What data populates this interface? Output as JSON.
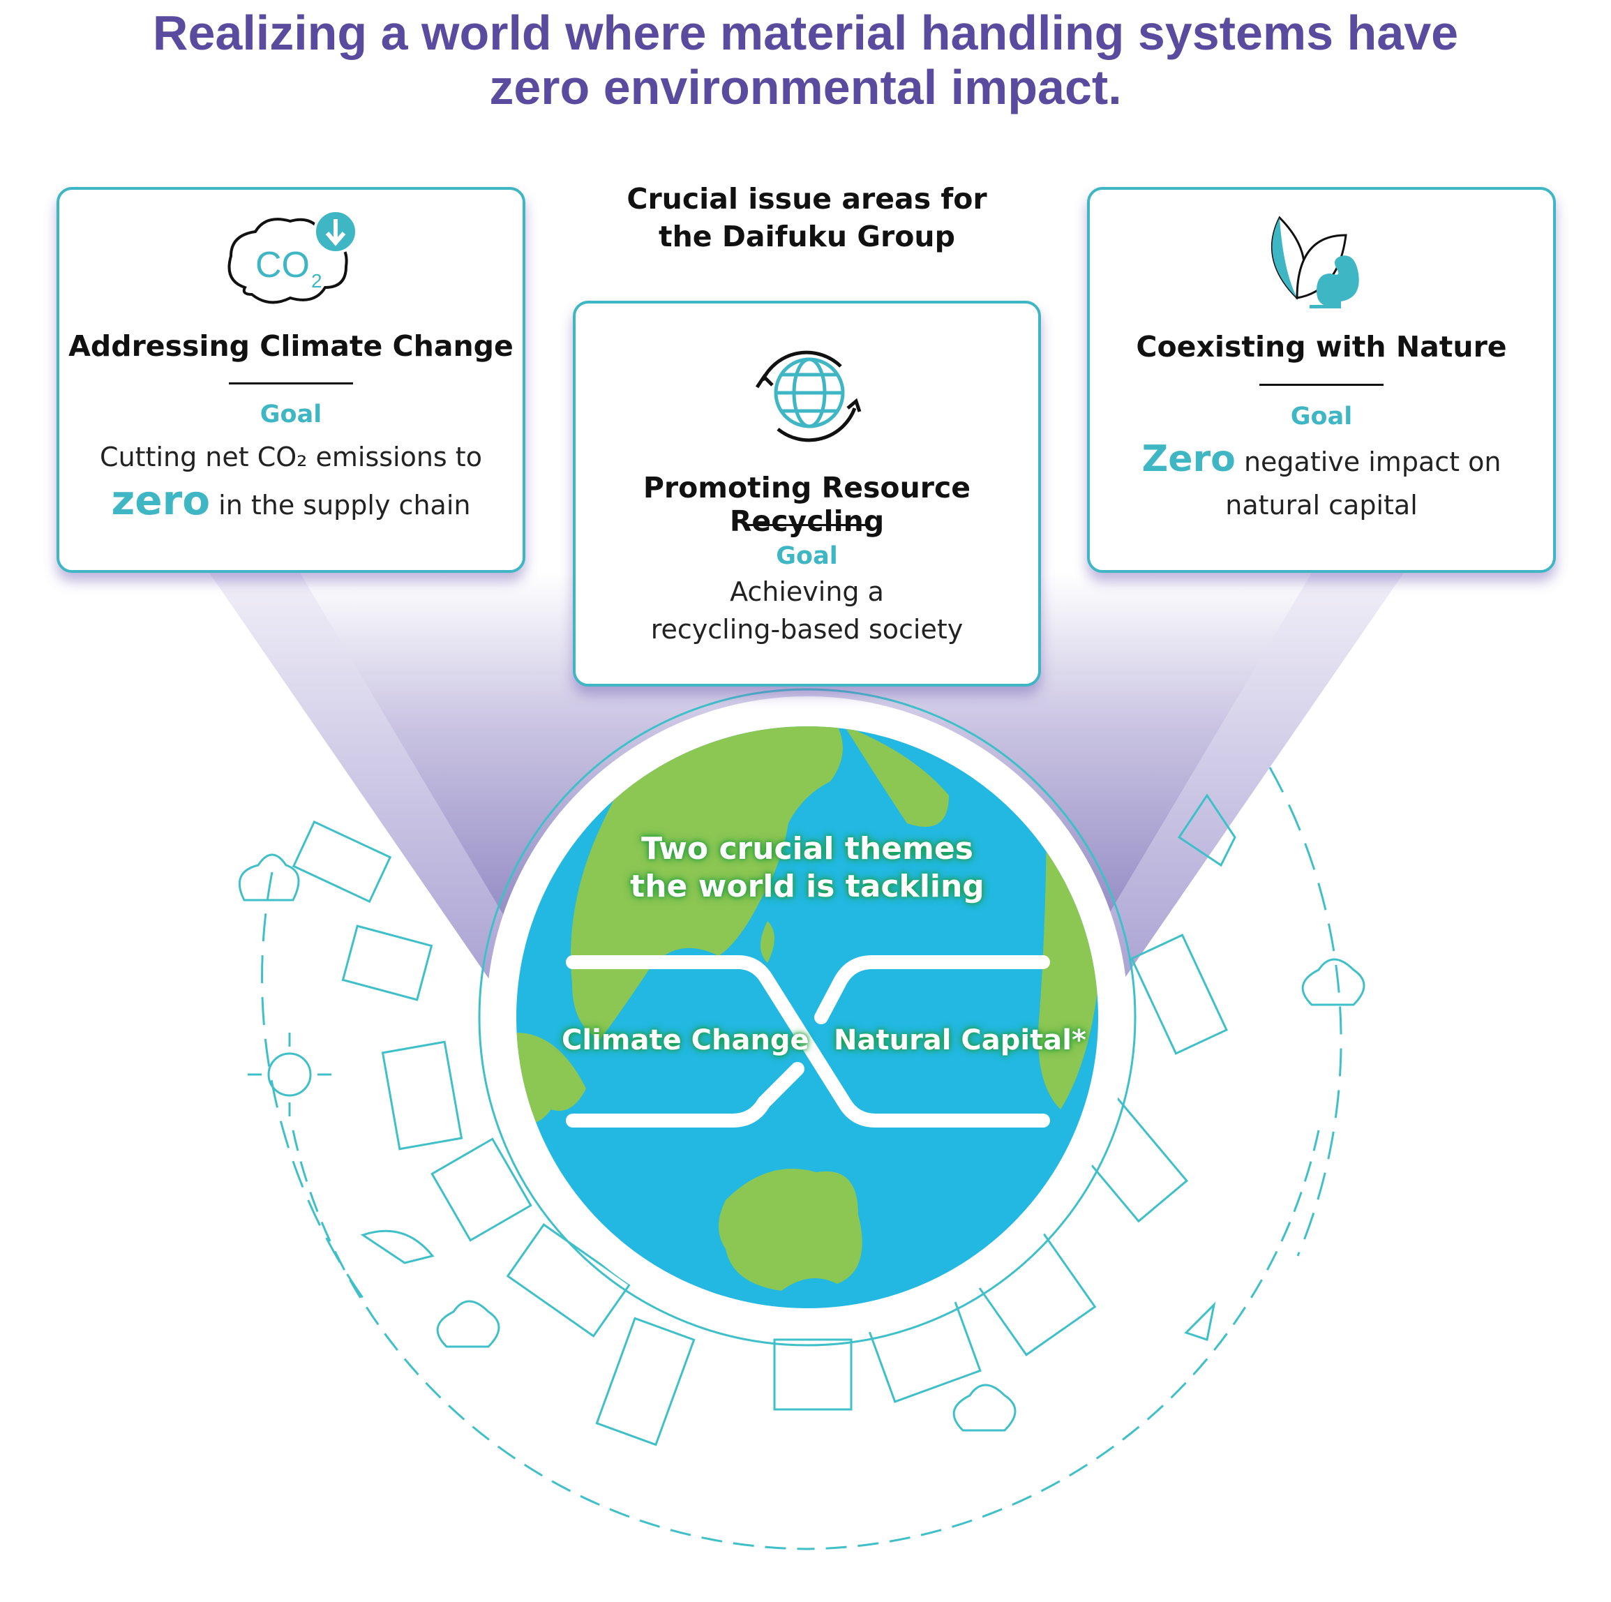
{
  "title": {
    "line1": "Realizing a world where material handling systems have",
    "line2": "zero environmental impact."
  },
  "subheading": {
    "line1": "Crucial issue areas for",
    "line2": "the Daifuku Group"
  },
  "cards": [
    {
      "icon": "co2-cloud-down-icon",
      "icon_text": "CO2",
      "heading": "Addressing Climate Change",
      "goal_label": "Goal",
      "body_line1": "Cutting net CO₂ emissions to",
      "emphasis": "zero",
      "body_line2_rest": " in the supply chain"
    },
    {
      "icon": "globe-recycle-icon",
      "heading": "Promoting Resource Recycling",
      "goal_label": "Goal",
      "body_line1": "Achieving a",
      "body_line2": "recycling-based society"
    },
    {
      "icon": "leaf-squirrel-icon",
      "heading": "Coexisting with Nature",
      "goal_label": "Goal",
      "emphasis": "Zero",
      "body_line1_rest": " negative impact on",
      "body_line2": "natural capital"
    }
  ],
  "globe": {
    "headline_line1": "Two crucial themes",
    "headline_line2": "the world is tackling",
    "left_theme": "Climate Change",
    "right_theme": "Natural Capital*"
  },
  "colors": {
    "title": "#5a4b9f",
    "teal": "#3fb6c3",
    "ocean": "#22b8e2",
    "land": "#8cc653",
    "beam": "#7e74b8"
  }
}
